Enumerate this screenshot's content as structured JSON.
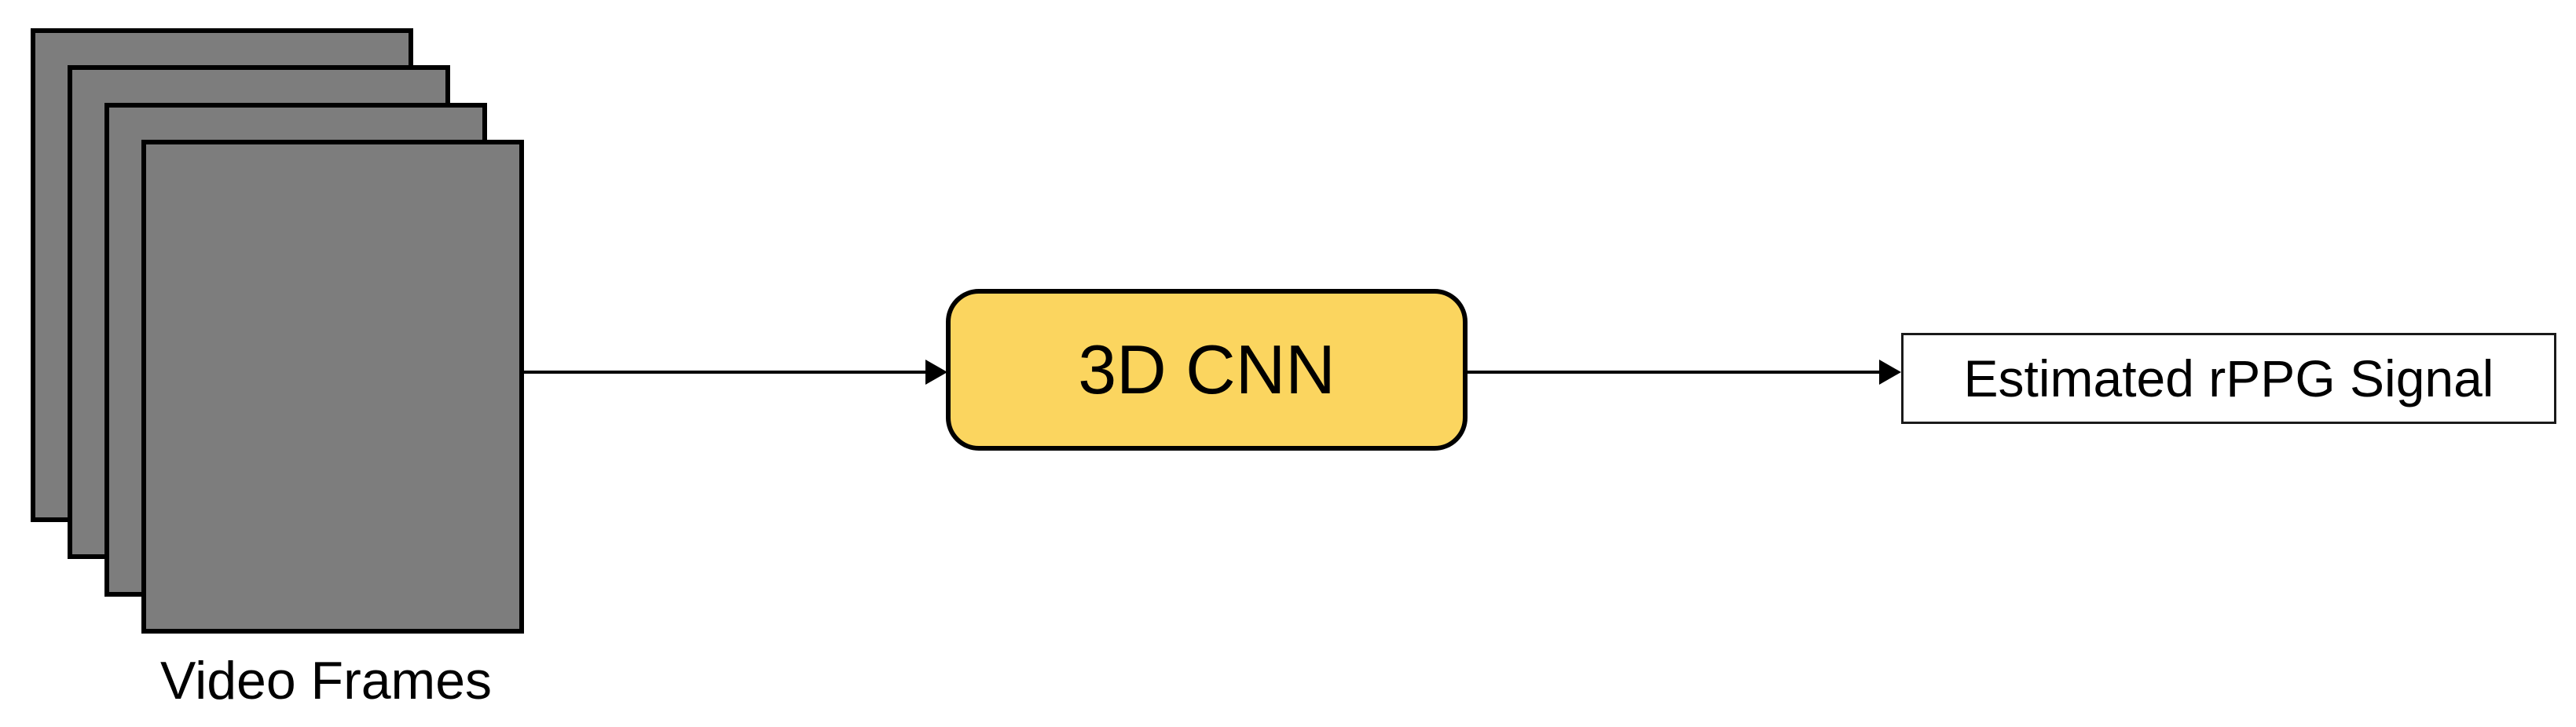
{
  "figure": {
    "background_color": "#ffffff",
    "text_color": "#000000",
    "video_frames": {
      "label": "Video Frames",
      "frame_count": 4,
      "fill_color": "#7d7d7d",
      "border_color": "#000000"
    },
    "cnn_box": {
      "label": "3D CNN",
      "fill_color": "#fbd55f",
      "border_color": "#000000"
    },
    "output_box": {
      "label": "Estimated rPPG Signal",
      "fill_color": "#ffffff",
      "border_color": "#1a1a1a"
    },
    "arrows": [
      {
        "from": "video-frames",
        "to": "cnn-box"
      },
      {
        "from": "cnn-box",
        "to": "output-box"
      }
    ]
  }
}
